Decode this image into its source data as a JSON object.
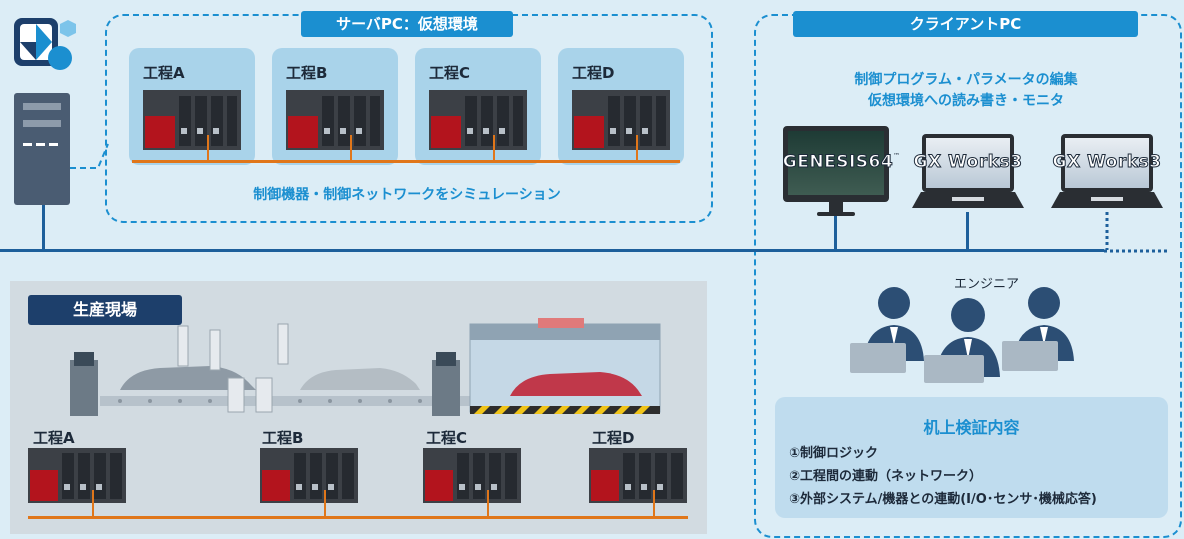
{
  "server": {
    "title": "サーバPC：仮想環境",
    "processes": [
      "工程A",
      "工程B",
      "工程C",
      "工程D"
    ],
    "caption": "制御機器・制御ネットワークをシミュレーション"
  },
  "client": {
    "title": "クライアントPC",
    "description_line1": "制御プログラム・パラメータの編集",
    "description_line2": "仮想環境への読み書き・モニタ",
    "software": [
      "GENESIS64",
      "GX Works3",
      "GX Works3"
    ],
    "software_tm": "™",
    "engineer_label": "エンジニア"
  },
  "factory": {
    "title": "生産現場",
    "processes": [
      "工程A",
      "工程B",
      "工程C",
      "工程D"
    ]
  },
  "verification": {
    "title": "机上検証内容",
    "items": [
      "①制御ロジック",
      "②工程間の連動（ネットワーク）",
      "③外部システム/機器との連動(I/O･センサ･機械応答)"
    ]
  },
  "colors": {
    "accent_blue": "#1b8fd0",
    "navy": "#1d3f6b",
    "network_orange": "#e0761a",
    "plc_red": "#b3141d",
    "background": "#dcedf6"
  }
}
